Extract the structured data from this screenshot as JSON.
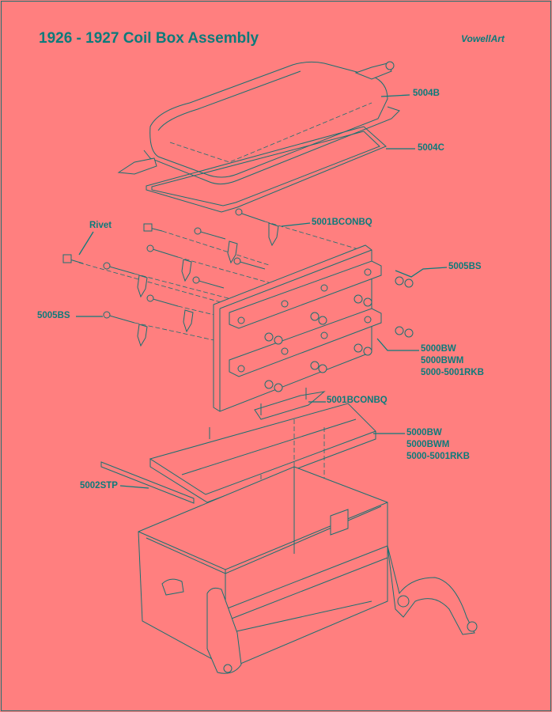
{
  "title": "1926 - 1927 Coil Box Assembly",
  "brand": "VowellArt",
  "labels": {
    "lid": "5004B",
    "gasket": "5004C",
    "clip_top": "5001BCONBQ",
    "rivet": "Rivet",
    "bolts_right": "5005BS",
    "bolts_left": "5005BS",
    "board_1": "5000BW",
    "board_2": "5000BWM",
    "board_3": "5000-5001RKB",
    "clip_bottom": "5001BCONBQ",
    "tray_1": "5000BW",
    "tray_2": "5000BWM",
    "tray_3": "5000-5001RKB",
    "strip": "5002STP"
  },
  "colors": {
    "background": "#ff7f7f",
    "ink": "#0b7b7b"
  }
}
